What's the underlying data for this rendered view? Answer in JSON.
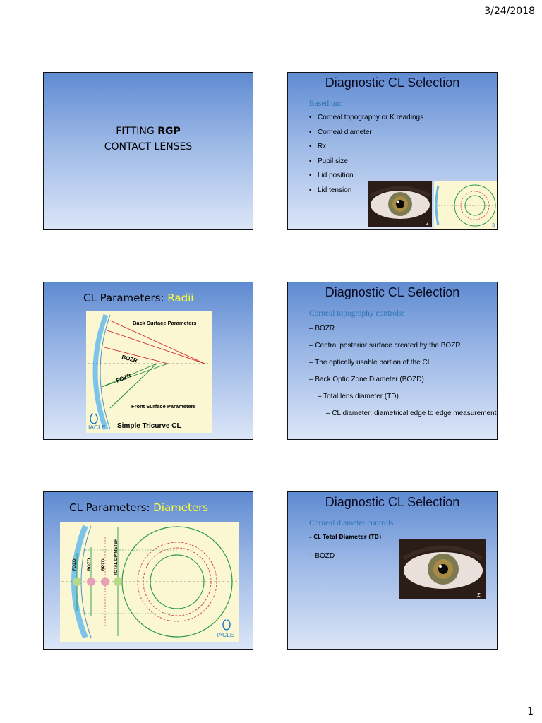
{
  "header": {
    "date": "3/24/2018"
  },
  "footer": {
    "page_number": "1"
  },
  "slide1": {
    "line1_pre": "FITTING ",
    "line1_bold": "RGP",
    "line2": "CONTACT LENSES"
  },
  "slide2": {
    "title": "Diagnostic CL Selection",
    "subhead": "Based on:",
    "bullets": [
      "Corneal topography or K readings",
      "Corneal diameter",
      "Rx",
      "Pupil size",
      "Lid position",
      "Lid tension"
    ],
    "slide_number": "3"
  },
  "slide3": {
    "title_pre": "CL Parameters: ",
    "title_highlight": "Radii",
    "diagram": {
      "back_label": "Back Surface Parameters",
      "front_label": "Front Surface Parameters",
      "bozr": "BOZR",
      "fozr": "FOZR",
      "caption": "Simple Tricurve CL",
      "logo": "IACLE"
    }
  },
  "slide4": {
    "title": "Diagnostic CL Selection",
    "subhead": "Corneal topography controls:",
    "items": [
      "– BOZR",
      "– Central posterior surface created by the BOZR",
      "– The optically usable portion of the CL",
      "– Back Optic Zone Diameter (BOZD)",
      "– Total lens diameter (TD)",
      "– CL diameter: diametrical edge to edge measurement"
    ]
  },
  "slide5": {
    "title_pre": "CL Parameters: ",
    "title_highlight": "Diameters",
    "diagram": {
      "labels": [
        "FOZD",
        "BOZD",
        "BPZD",
        "TOTAL DIAMETER"
      ],
      "logo": "IACLE"
    }
  },
  "slide6": {
    "title": "Diagnostic CL Selection",
    "subhead": "Corneal diameter controls:",
    "items": [
      "– CL Total Diameter (TD)",
      "– BOZD"
    ]
  }
}
